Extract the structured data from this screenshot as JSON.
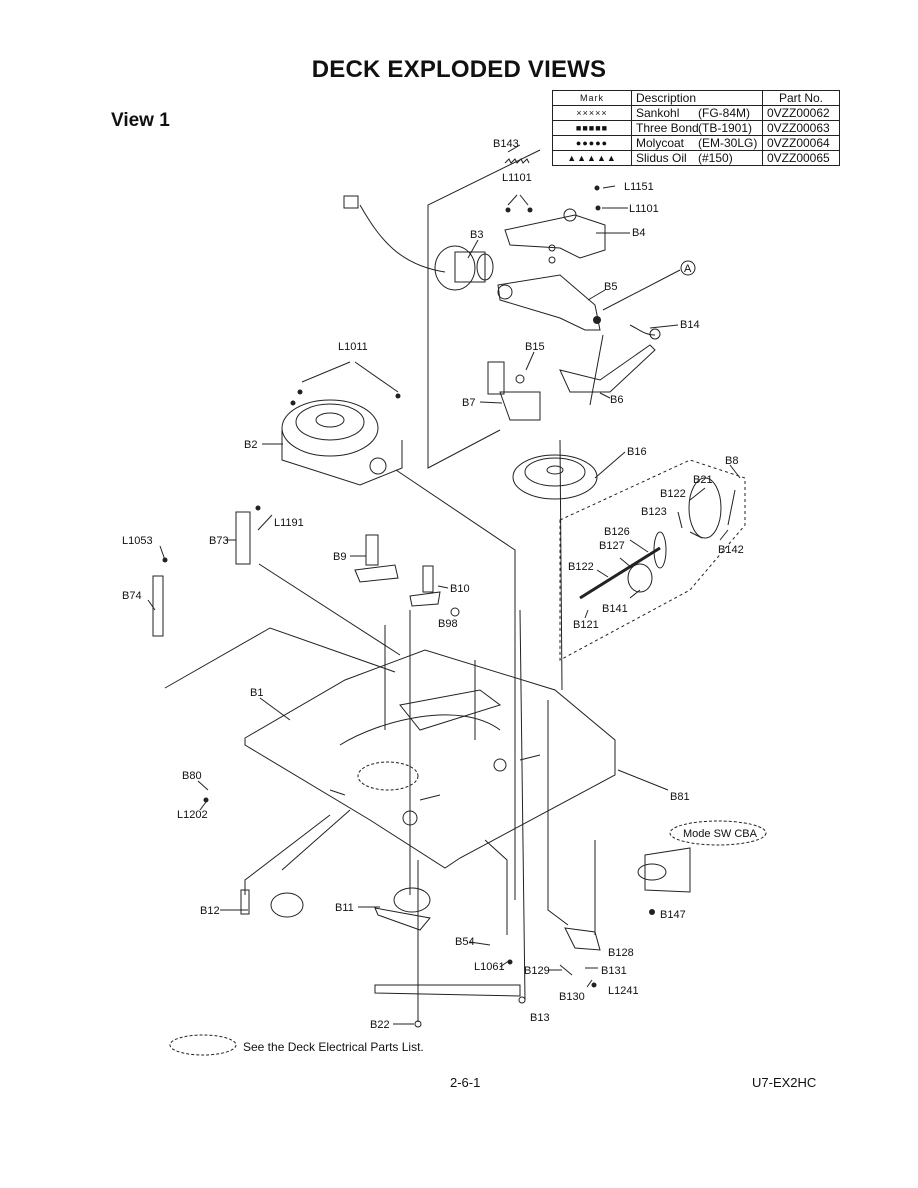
{
  "title": "DECK EXPLODED VIEWS",
  "view_label": "View 1",
  "legend": {
    "headers": {
      "mark": "Mark",
      "description": "Description",
      "part_no": "Part No."
    },
    "rows": [
      {
        "mark": "×××××",
        "desc": "Sankohl",
        "code": "(FG-84M)",
        "part": "0VZZ00062"
      },
      {
        "mark": "■■■■■",
        "desc": "Three Bond",
        "code": "(TB-1901)",
        "part": "0VZZ00063"
      },
      {
        "mark": "●●●●●",
        "desc": "Molycoat",
        "code": "(EM-30LG)",
        "part": "0VZZ00064"
      },
      {
        "mark": "▲▲▲▲▲",
        "desc": "Slidus Oil",
        "code": "(#150)",
        "part": "0VZZ00065"
      }
    ]
  },
  "callouts": {
    "B143": "B143",
    "L1101a": "L1101",
    "L1151": "L1151",
    "L1101b": "L1101",
    "B3": "B3",
    "B4": "B4",
    "B5": "B5",
    "A": "A",
    "B14": "B14",
    "L1011": "L1011",
    "B15": "B15",
    "B7": "B7",
    "B6": "B6",
    "B2": "B2",
    "B16": "B16",
    "B8": "B8",
    "B21": "B21",
    "B122a": "B122",
    "B123": "B123",
    "B126": "B126",
    "B127": "B127",
    "B142": "B142",
    "B122b": "B122",
    "B141": "B141",
    "B121": "B121",
    "L1191": "L1191",
    "B73": "B73",
    "L1053": "L1053",
    "B9": "B9",
    "B10": "B10",
    "B98": "B98",
    "B74": "B74",
    "B1": "B1",
    "B80": "B80",
    "L1202": "L1202",
    "B81": "B81",
    "ModeSW": "Mode SW CBA",
    "B147": "B147",
    "B12": "B12",
    "B11": "B11",
    "B54": "B54",
    "L1061": "L1061",
    "B128": "B128",
    "B129": "B129",
    "B131": "B131",
    "B130": "B130",
    "L1241": "L1241",
    "B13": "B13",
    "B22": "B22"
  },
  "note": "See the Deck Electrical Parts List.",
  "footer": {
    "page": "2-6-1",
    "model": "U7-EX2HC"
  }
}
